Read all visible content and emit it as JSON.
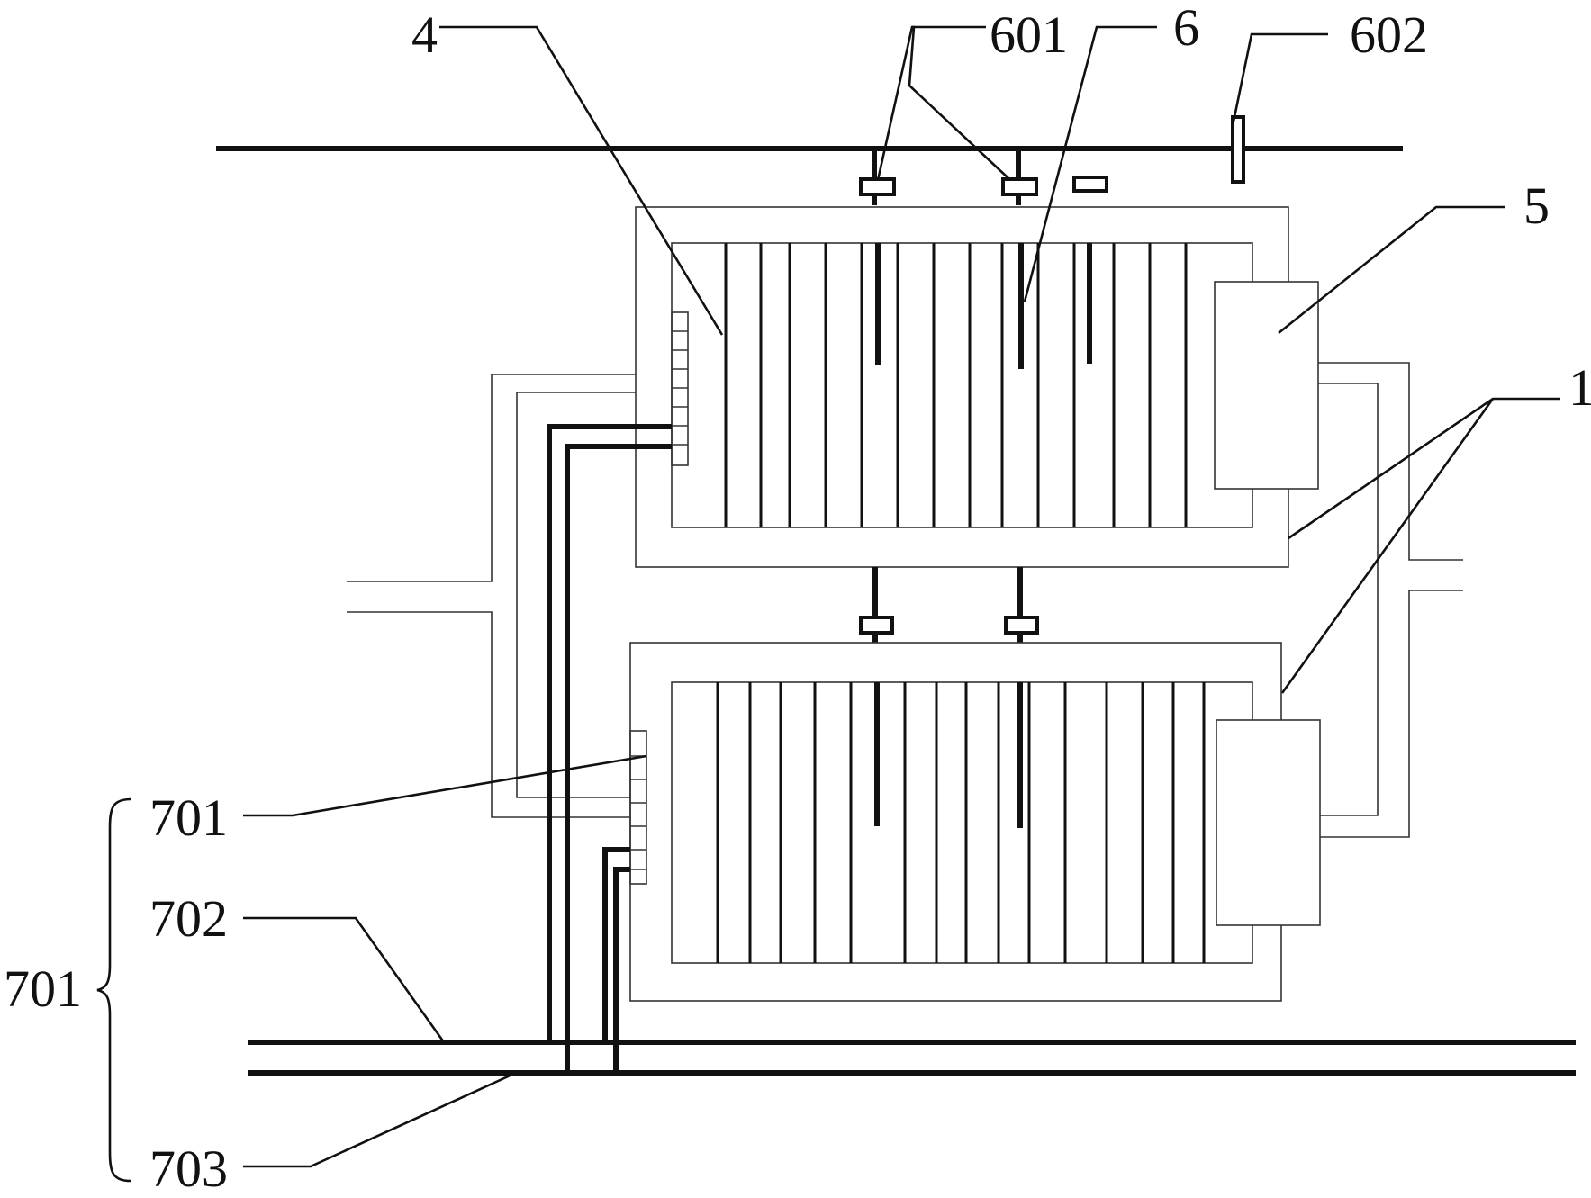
{
  "labels": {
    "l4": "4",
    "l601": "601",
    "l6": "6",
    "l602": "602",
    "l5": "5",
    "l1": "1",
    "l701a": "701",
    "l702": "702",
    "l701b": "701",
    "l703": "703"
  },
  "colors": {
    "line": "#111111",
    "thin_line": "#333333",
    "background": "#ffffff"
  }
}
